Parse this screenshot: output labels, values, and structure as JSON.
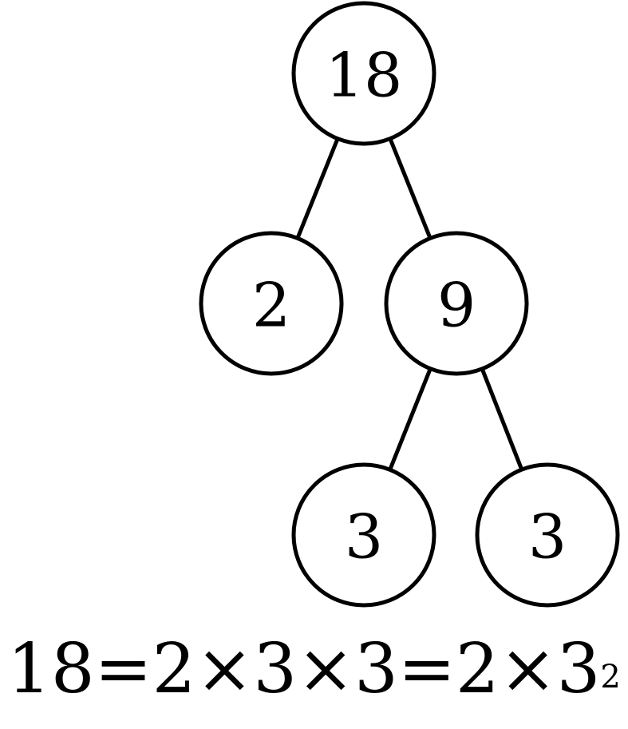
{
  "tree": {
    "nodes": [
      {
        "id": "n18",
        "value": "18"
      },
      {
        "id": "n2",
        "value": "2"
      },
      {
        "id": "n9",
        "value": "9"
      },
      {
        "id": "n3a",
        "value": "3"
      },
      {
        "id": "n3b",
        "value": "3"
      }
    ],
    "edges": [
      {
        "from": "n18",
        "to": "n2"
      },
      {
        "from": "n18",
        "to": "n9"
      },
      {
        "from": "n9",
        "to": "n3a"
      },
      {
        "from": "n9",
        "to": "n3b"
      }
    ]
  },
  "equation": {
    "main": "18=2×3×3=2×3",
    "exponent": "2"
  }
}
